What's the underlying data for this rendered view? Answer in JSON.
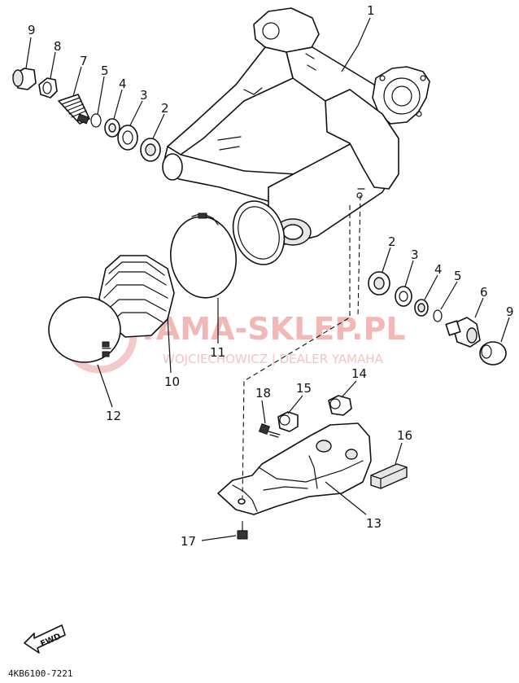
{
  "diagram": {
    "part_code": "4KB6100-7221",
    "fwd_label": "FWD",
    "watermark": {
      "brand": "YAMA-SKLEP.PL",
      "subtitle": "WOJCIECHOWICZ | DEALER YAMAHA"
    },
    "callouts": [
      {
        "id": "c1",
        "label": "1"
      },
      {
        "id": "c9a",
        "label": "9"
      },
      {
        "id": "c8",
        "label": "8"
      },
      {
        "id": "c7",
        "label": "7"
      },
      {
        "id": "c5a",
        "label": "5"
      },
      {
        "id": "c4a",
        "label": "4"
      },
      {
        "id": "c3a",
        "label": "3"
      },
      {
        "id": "c2a",
        "label": "2"
      },
      {
        "id": "c2b",
        "label": "2"
      },
      {
        "id": "c3b",
        "label": "3"
      },
      {
        "id": "c4b",
        "label": "4"
      },
      {
        "id": "c5b",
        "label": "5"
      },
      {
        "id": "c6",
        "label": "6"
      },
      {
        "id": "c9b",
        "label": "9"
      },
      {
        "id": "c11",
        "label": "11"
      },
      {
        "id": "c10",
        "label": "10"
      },
      {
        "id": "c12",
        "label": "12"
      },
      {
        "id": "c18",
        "label": "18"
      },
      {
        "id": "c15",
        "label": "15"
      },
      {
        "id": "c14",
        "label": "14"
      },
      {
        "id": "c16",
        "label": "16"
      },
      {
        "id": "c13",
        "label": "13"
      },
      {
        "id": "c17",
        "label": "17"
      }
    ]
  }
}
